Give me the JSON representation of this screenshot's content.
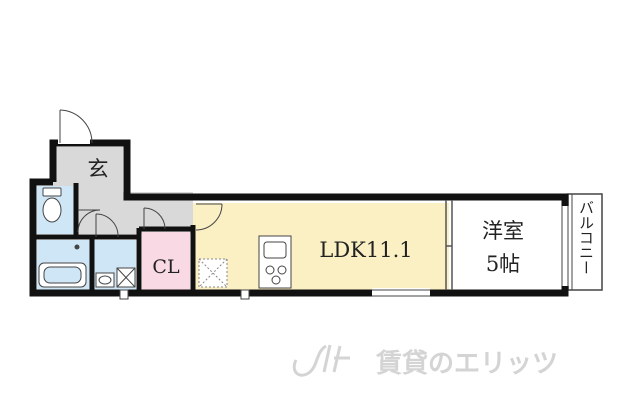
{
  "rooms": {
    "entrance": "玄",
    "closet": "CL",
    "ldk": "LDK11.1",
    "western_room_line1": "洋室",
    "western_room_line2": "5帖",
    "balcony": "バルコニー"
  },
  "watermark": "賃貸のエリッツ",
  "colors": {
    "wall": "#111111",
    "ldk_floor": "#fbefc4",
    "wet_area": "#cfe6f7",
    "closet": "#f9d9e4",
    "tile": "#d9d9d9"
  },
  "icons": [
    "toilet-icon",
    "bathtub-icon",
    "washbasin-icon",
    "kitchen-sink-icon",
    "stove-icon",
    "laundry-space-icon",
    "door-swing-icon"
  ]
}
